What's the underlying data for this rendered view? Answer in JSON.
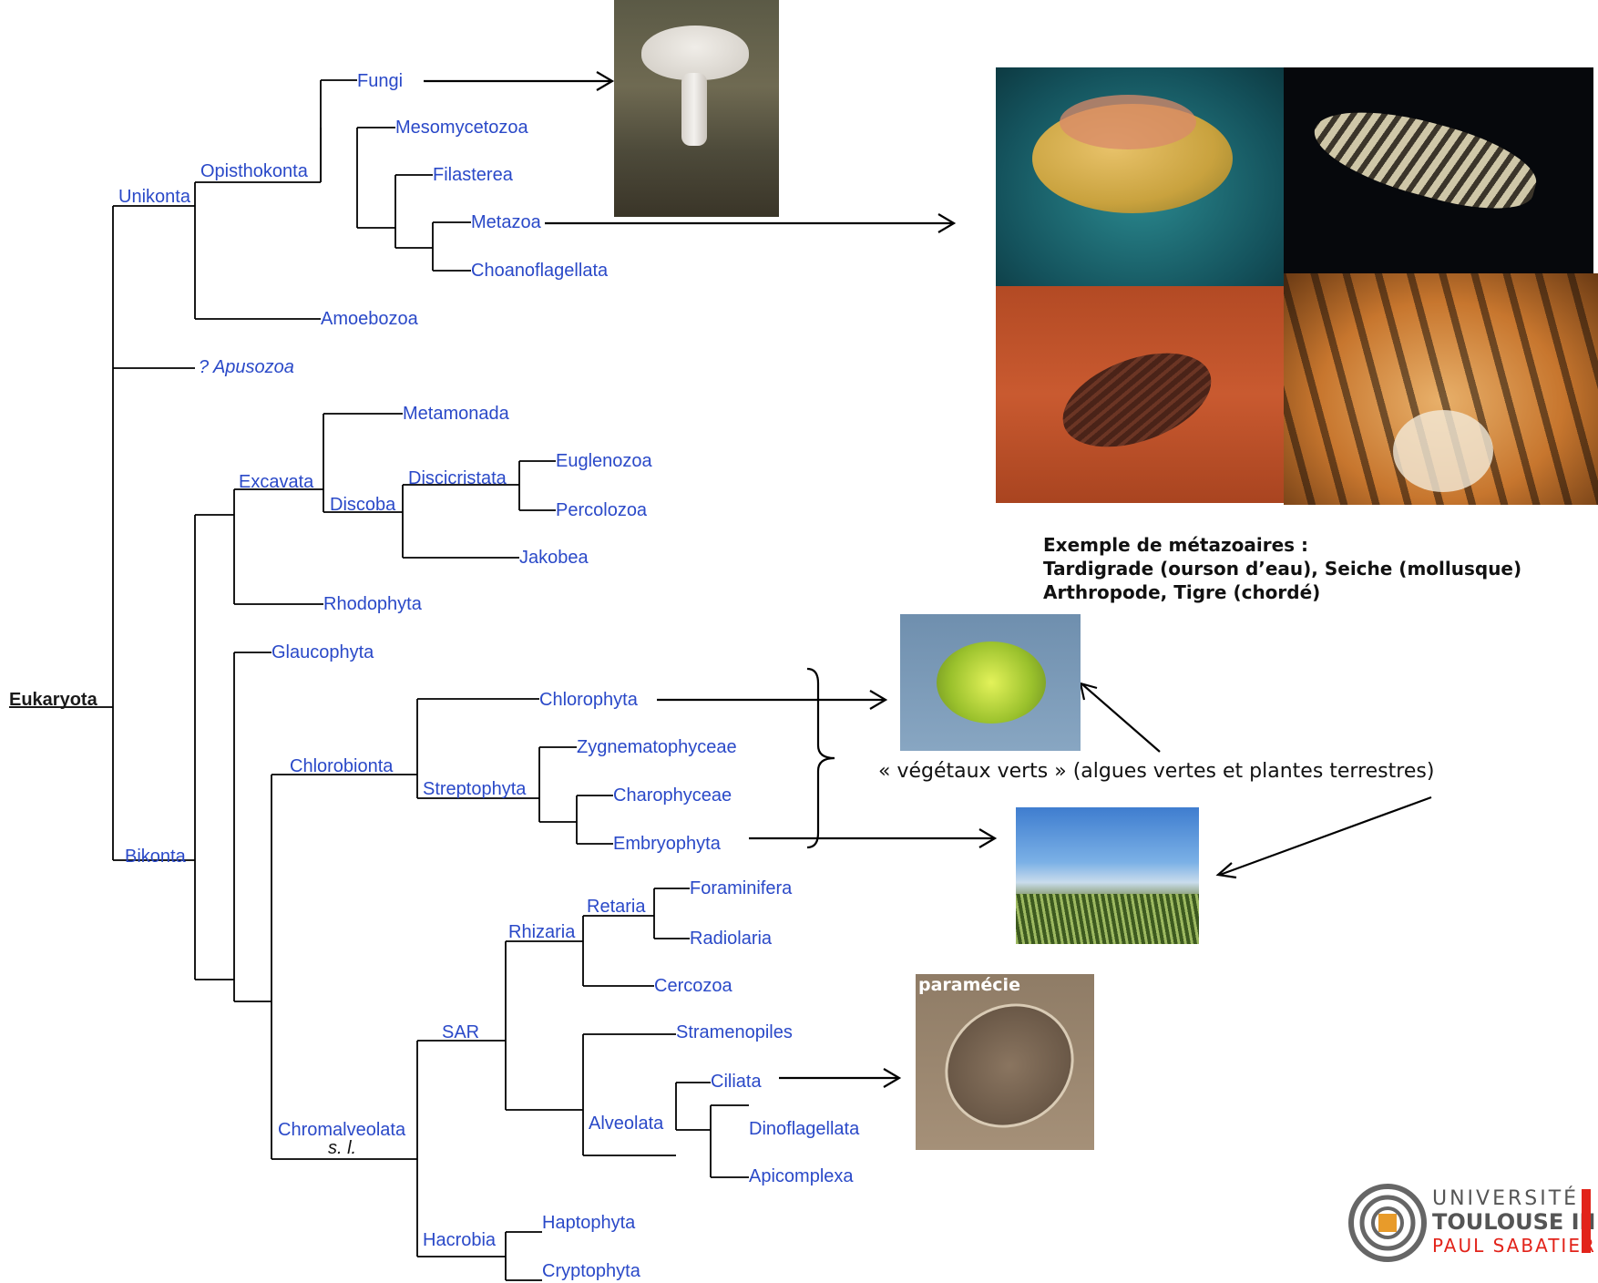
{
  "tree": {
    "root": "Eukaryota",
    "nodes": {
      "fungi": "Fungi",
      "mesomycetozoa": "Mesomycetozoa",
      "filasterea": "Filasterea",
      "metazoa": "Metazoa",
      "choanoflagellata": "Choanoflagellata",
      "opisthokonta": "Opisthokonta",
      "unikonta": "Unikonta",
      "amoebozoa": "Amoebozoa",
      "apusozoa": "? Apusozoa",
      "metamonada": "Metamonada",
      "euglenozoa": "Euglenozoa",
      "percolozoa": "Percolozoa",
      "discicristata": "Discicristata",
      "discoba": "Discoba",
      "jakobea": "Jakobea",
      "excavata": "Excavata",
      "rhodophyta": "Rhodophyta",
      "glaucophyta": "Glaucophyta",
      "chlorophyta": "Chlorophyta",
      "chlorobionta": "Chlorobionta",
      "zygnematophyceae": "Zygnematophyceae",
      "charophyceae": "Charophyceae",
      "embryophyta": "Embryophyta",
      "streptophyta": "Streptophyta",
      "bikonta": "Bikonta",
      "foraminifera": "Foraminifera",
      "retaria": "Retaria",
      "radiolaria": "Radiolaria",
      "rhizaria": "Rhizaria",
      "cercozoa": "Cercozoa",
      "sar": "SAR",
      "stramenopiles": "Stramenopiles",
      "ciliata": "Ciliata",
      "alveolata": "Alveolata",
      "dinoflagellata": "Dinoflagellata",
      "apicomplexa": "Apicomplexa",
      "chromalveolata": "Chromalveolata",
      "sl": "s. l.",
      "haptophyta": "Haptophyta",
      "hacrobia": "Hacrobia",
      "cryptophyta": "Cryptophyta"
    }
  },
  "captions": {
    "metazoa_line1": "Exemple de métazoaires :",
    "metazoa_line2": "Tardigrade (ourson d’eau), Seiche (mollusque)",
    "metazoa_line3": "Arthropode, Tigre (chordé)",
    "vegetaux": "« végétaux verts » (algues vertes et plantes terrestres)",
    "paramecie": "paramécie"
  },
  "logo": {
    "line1": "UNIVERSITÉ",
    "line2": "TOULOUSE III",
    "line3": "PAUL SABATIER"
  },
  "colors": {
    "label": "#2a49c8",
    "line": "#000000",
    "logo_red": "#e2231a"
  }
}
